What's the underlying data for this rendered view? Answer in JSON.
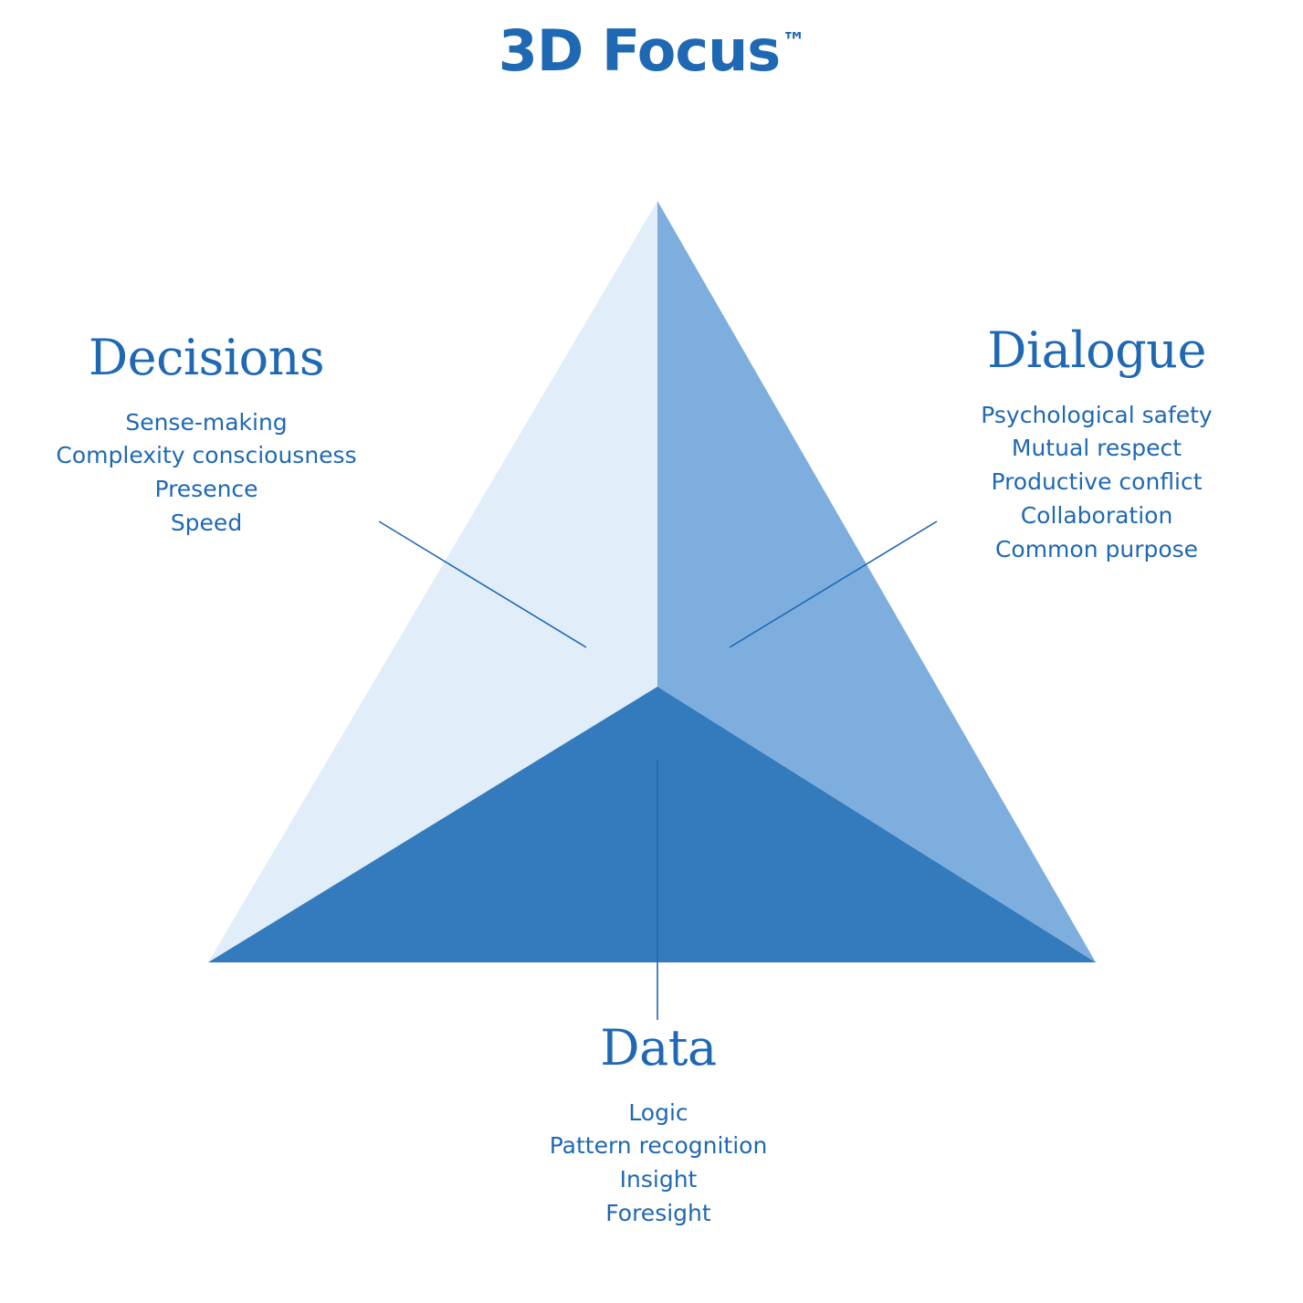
{
  "title": {
    "main": "3D Focus",
    "mark": "™"
  },
  "colors": {
    "accent": "#1f68b3",
    "face_left": "#e1eef9",
    "face_right": "#7daede",
    "face_bottom": "#337bbd",
    "connector": "#1f68b3"
  },
  "groups": {
    "decisions": {
      "heading": "Decisions",
      "items": [
        "Sense-making",
        "Complexity consciousness",
        "Presence",
        "Speed"
      ]
    },
    "dialogue": {
      "heading": "Dialogue",
      "items": [
        "Psychological safety",
        "Mutual respect",
        "Productive conflict",
        "Collaboration",
        "Common purpose"
      ]
    },
    "data": {
      "heading": "Data",
      "items": [
        "Logic",
        "Pattern recognition",
        "Insight",
        "Foresight"
      ]
    }
  }
}
